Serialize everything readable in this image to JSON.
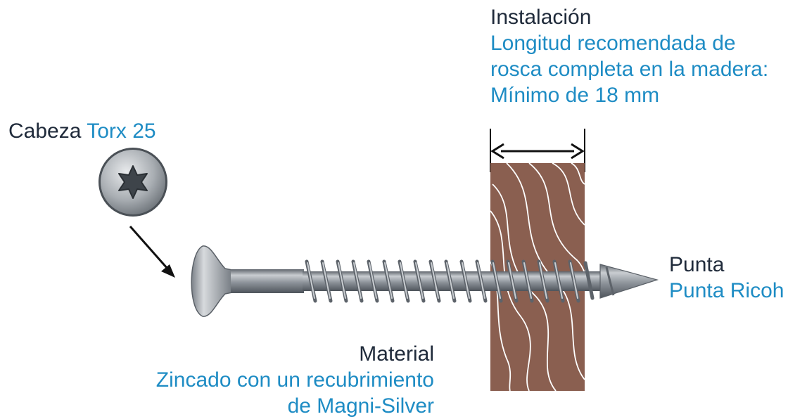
{
  "head": {
    "title": "Cabeza",
    "value": "Torx 25"
  },
  "installation": {
    "title": "Instalación",
    "lines": [
      "Longitud recomendada de",
      "rosca completa en la madera:",
      "Mínimo de 18 mm"
    ]
  },
  "tip": {
    "title": "Punta",
    "value": "Punta Ricoh"
  },
  "material": {
    "title": "Material",
    "lines": [
      "Zincado con un recubrimiento",
      "de Magni-Silver"
    ]
  },
  "colors": {
    "text": "#1f2a3a",
    "accent": "#1e8cc4",
    "wood": "#8a5f50",
    "screw": "#8f959c"
  },
  "icons": [
    "torx-head-icon",
    "pointer-arrow",
    "dimension-arrow",
    "screw",
    "wood-board"
  ]
}
